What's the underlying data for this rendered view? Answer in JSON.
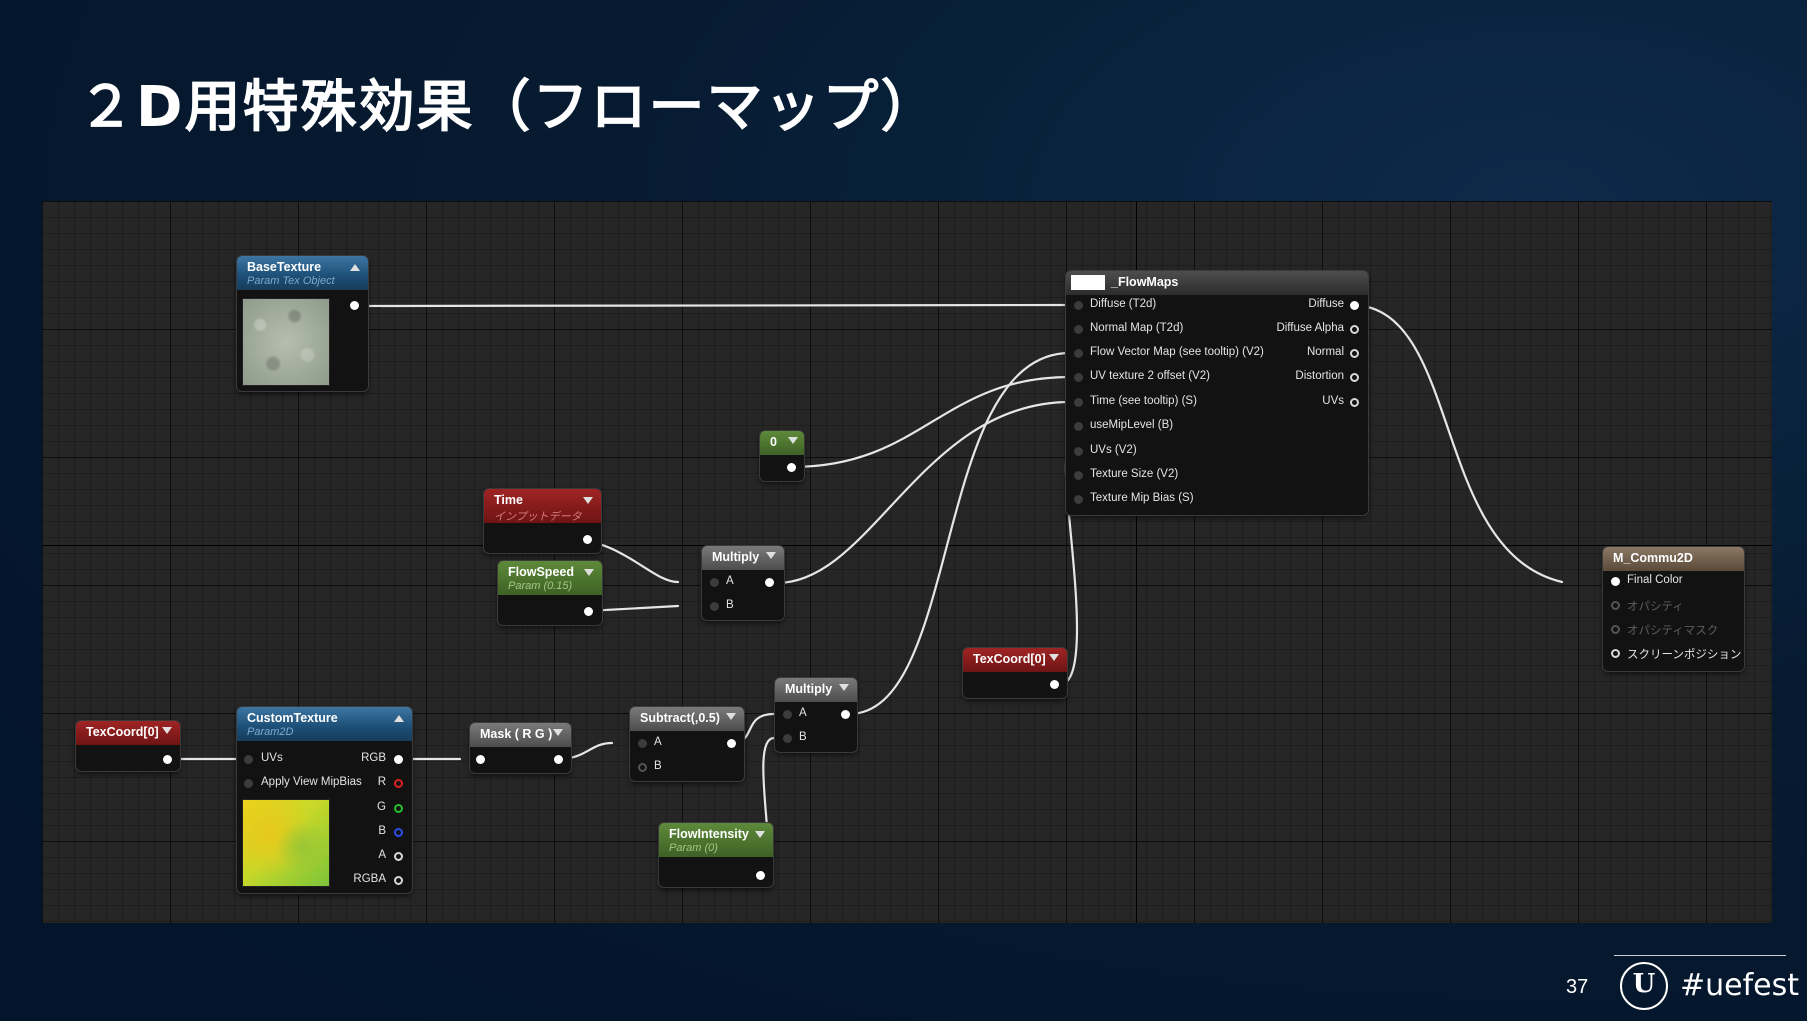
{
  "slide": {
    "title": "２D用特殊効果（フローマップ）",
    "page_number": "37",
    "hashtag": "#uefest",
    "logo_text": "U"
  },
  "nodes": {
    "base_texture": {
      "title": "BaseTexture",
      "subtitle": "Param Tex Object",
      "color": "#1c4e76"
    },
    "flowmaps": {
      "title": "_FlowMaps",
      "inputs": [
        "Diffuse (T2d)",
        "Normal Map (T2d)",
        "Flow Vector Map (see tooltip) (V2)",
        "UV texture 2 offset (V2)",
        "Time (see tooltip) (S)",
        "useMipLevel (B)",
        "UVs (V2)",
        "Texture Size (V2)",
        "Texture Mip Bias (S)"
      ],
      "outputs": [
        "Diffuse",
        "Diffuse Alpha",
        "Normal",
        "Distortion",
        "UVs"
      ]
    },
    "const_zero": {
      "title": "0"
    },
    "time": {
      "title": "Time",
      "subtitle": "インプットデータ",
      "color": "#6e1414"
    },
    "flow_speed": {
      "title": "FlowSpeed",
      "subtitle": "Param (0.15)",
      "color": "#3e6126"
    },
    "multiply_1": {
      "title": "Multiply",
      "inputs": [
        "A",
        "B"
      ]
    },
    "texcoord_1": {
      "title": "TexCoord[0]"
    },
    "texcoord_2": {
      "title": "TexCoord[0]"
    },
    "custom_texture": {
      "title": "CustomTexture",
      "subtitle": "Param2D",
      "inputs": [
        "UVs",
        "Apply View MipBias"
      ],
      "outputs": [
        "RGB",
        "R",
        "G",
        "B",
        "A",
        "RGBA"
      ]
    },
    "mask": {
      "title": "Mask ( R G )"
    },
    "subtract": {
      "title": "Subtract(,0.5)",
      "inputs": [
        "A",
        "B"
      ]
    },
    "multiply_2": {
      "title": "Multiply",
      "inputs": [
        "A",
        "B"
      ]
    },
    "flow_intensity": {
      "title": "FlowIntensity",
      "subtitle": "Param (0)"
    },
    "material_output": {
      "title": "M_Commu2D",
      "inputs": [
        "Final Color",
        "オパシティ",
        "オパシティマスク",
        "スクリーンポジション"
      ]
    }
  }
}
